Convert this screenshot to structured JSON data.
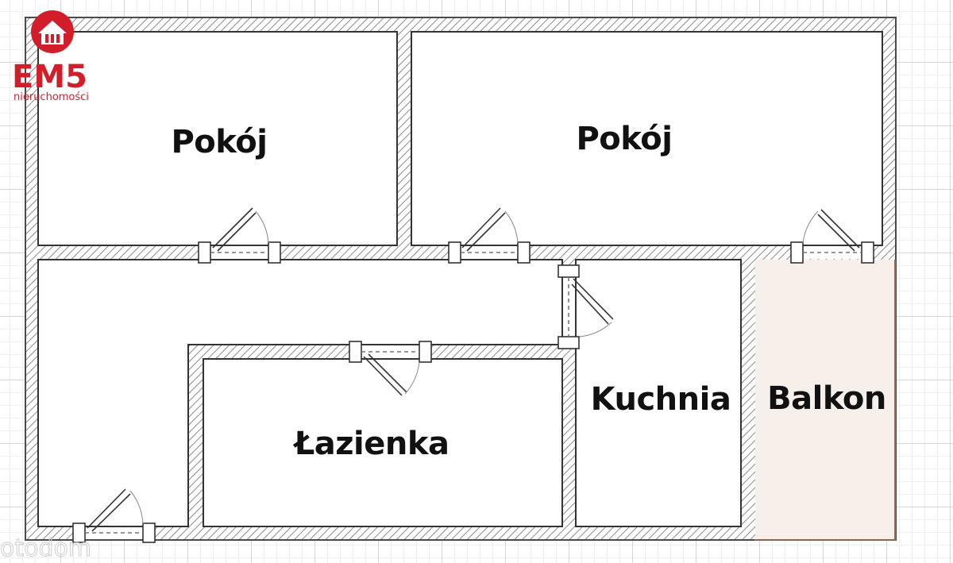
{
  "logo": {
    "brand": "EM5",
    "tagline": "nieruchomości",
    "color": "#d21e2b"
  },
  "rooms": {
    "room_left": "Pokój",
    "room_right": "Pokój",
    "bathroom": "Łazienka",
    "kitchen": "Kuchnia",
    "balcony": "Balkon"
  },
  "colors": {
    "wall_outline": "#4a4a4a",
    "wall_hatch": "#8a8a8a",
    "balcony_fill": "#f6efea"
  },
  "watermark": "otodom"
}
